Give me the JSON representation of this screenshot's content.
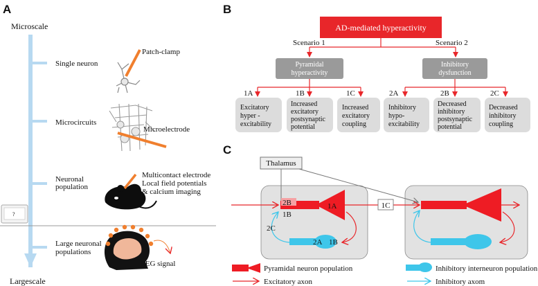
{
  "panel_a": {
    "label": "A",
    "top": "Microscale",
    "bottom": "Largescale",
    "levels": [
      {
        "label": "Single neuron",
        "method": "Patch-clamp"
      },
      {
        "label": "Microcircuits",
        "method": "Microelectrode"
      },
      {
        "label_lines": [
          "Neuronal",
          "population"
        ],
        "method_lines": [
          "Multicontact electrode",
          "Local field potentials",
          "& calcium imaging"
        ]
      },
      {
        "label_lines": [
          "Large neuronal",
          "populations"
        ],
        "method": "EEG signal"
      }
    ],
    "monitor_glyph": "?"
  },
  "panel_b": {
    "label": "B",
    "root": "AD-mediated hyperactivity",
    "scenarios": [
      {
        "label": "Scenario 1",
        "name_lines": [
          "Pyramidal",
          "hyperactivity"
        ],
        "items": [
          {
            "code": "1A",
            "lines": [
              "Excitatory",
              "hyper -",
              "excitability"
            ]
          },
          {
            "code": "1B",
            "lines": [
              "Increased",
              "excitatory",
              "postsynaptic",
              "potential"
            ]
          },
          {
            "code": "1C",
            "lines": [
              "Increased",
              "excitatory",
              "coupling"
            ]
          }
        ]
      },
      {
        "label": "Scenario 2",
        "name_lines": [
          "Inhibitory",
          "dysfunction"
        ],
        "items": [
          {
            "code": "2A",
            "lines": [
              "Inhibitory",
              "hypo-",
              "excitability"
            ]
          },
          {
            "code": "2B",
            "lines": [
              "Decreased",
              "inhibitory",
              "postsynaptic",
              "potential"
            ]
          },
          {
            "code": "2C",
            "lines": [
              "Decreased",
              "inhibitory",
              "coupling"
            ]
          }
        ]
      }
    ],
    "colors": {
      "root": "#e8262a",
      "scenario": "#9a9a9a",
      "item": "#dcdcdc",
      "line": "#e8262a"
    }
  },
  "panel_c": {
    "label": "C",
    "thalamus": "Thalamus",
    "tags": {
      "t2b": "2B",
      "t1b_top": "1B",
      "t1a": "1A",
      "t1c": "1C",
      "t2c": "2C",
      "t2a": "2A",
      "t1b_bottom": "1B"
    },
    "legend": {
      "pyramidal": "Pyramidal neuron population",
      "excitatory": "Excitatory axon",
      "interneuron": "Inhibitory interneuron population",
      "inhibitory": "Inhibitory axom"
    },
    "colors": {
      "pyramidal": "#ee1c24",
      "interneuron": "#3ec6ea",
      "box": "#e2e2e2"
    }
  }
}
